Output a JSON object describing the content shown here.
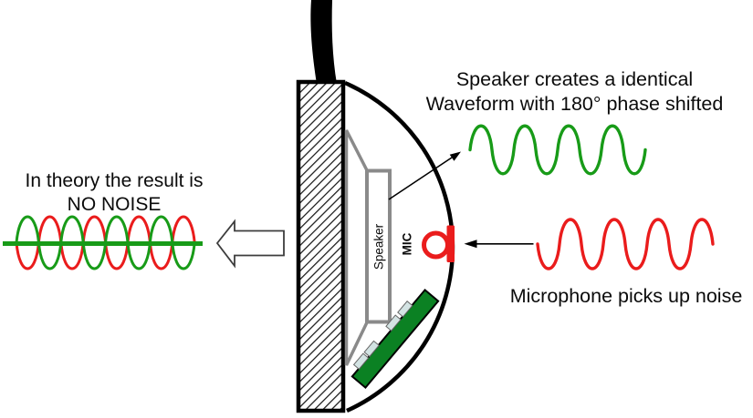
{
  "captions": {
    "result": {
      "line1": "In theory the result is",
      "line2": "NO NOISE"
    },
    "speaker_wave": {
      "line1": "Speaker creates a identical",
      "line2": "Waveform with 180° phase shifted"
    },
    "mic_wave": {
      "line1": "Microphone picks up noise"
    }
  },
  "labels": {
    "speaker": "Speaker",
    "mic": "MIC"
  },
  "colors": {
    "wave_green": "#189b18",
    "wave_red": "#ea1c1c",
    "pcb_green": "#0b8123",
    "component_fill": "#d3e3e3",
    "housing_gray": "#8a8a8a",
    "ink": "#000000"
  }
}
